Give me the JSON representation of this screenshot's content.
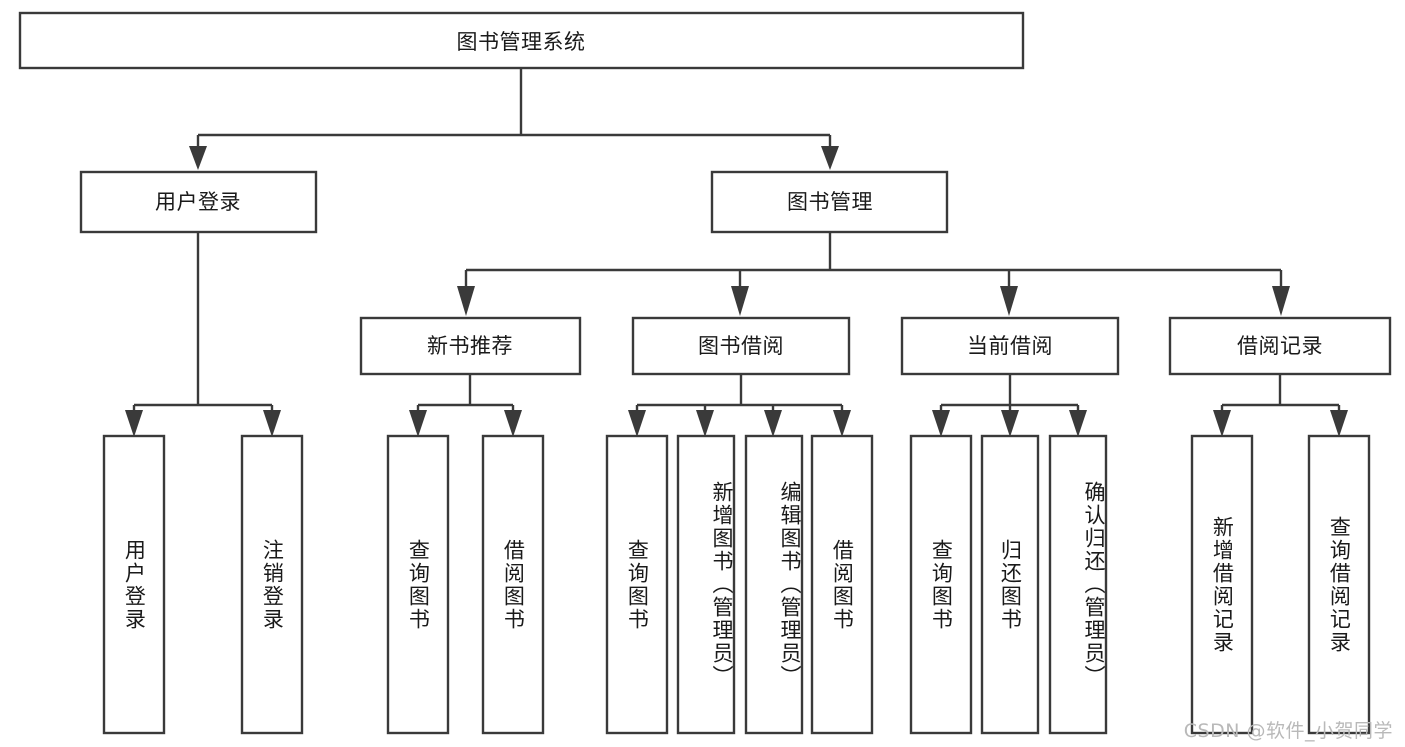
{
  "diagram": {
    "type": "tree-hierarchy",
    "title": "图书管理系统",
    "watermark": "CSDN @软件_小贺同学",
    "colors": {
      "box_stroke": "#3a3a3a",
      "box_fill": "#ffffff",
      "text": "#1a1a1a",
      "background": "#ffffff",
      "watermark": "#b9b9b9"
    },
    "root": {
      "label": "图书管理系统"
    },
    "level2": [
      {
        "label": "用户登录"
      },
      {
        "label": "图书管理"
      }
    ],
    "level3": [
      {
        "label": "新书推荐"
      },
      {
        "label": "图书借阅"
      },
      {
        "label": "当前借阅"
      },
      {
        "label": "借阅记录"
      }
    ],
    "leaves": {
      "user_login": [
        {
          "label": "用户登录"
        },
        {
          "label": "注销登录"
        }
      ],
      "new_book_recommend": [
        {
          "label": "查询图书"
        },
        {
          "label": "借阅图书"
        }
      ],
      "book_borrow": [
        {
          "label": "查询图书"
        },
        {
          "label": "新增图书（管理员）"
        },
        {
          "label": "编辑图书（管理员）"
        },
        {
          "label": "借阅图书"
        }
      ],
      "current_borrow": [
        {
          "label": "查询图书"
        },
        {
          "label": "归还图书"
        },
        {
          "label": "确认归还（管理员）"
        }
      ],
      "borrow_record": [
        {
          "label": "新增借阅记录"
        },
        {
          "label": "查询借阅记录"
        }
      ]
    }
  }
}
